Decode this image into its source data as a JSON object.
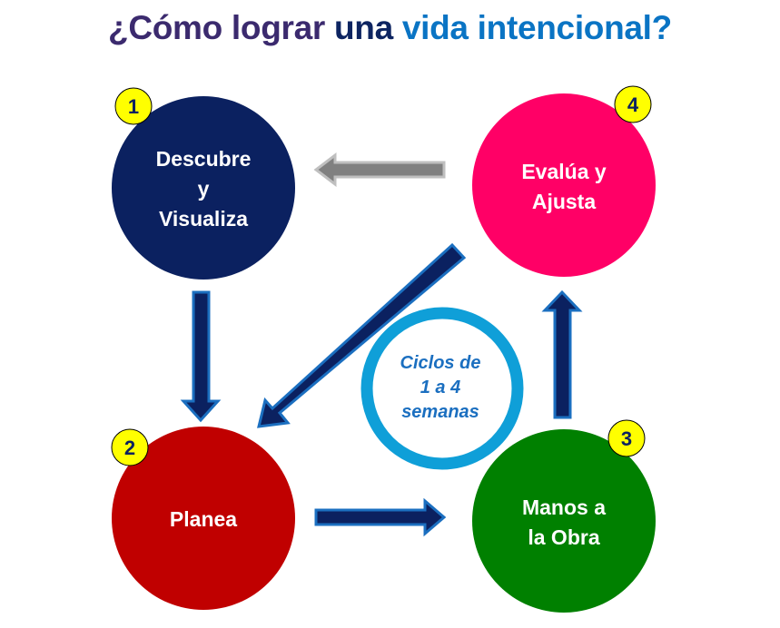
{
  "title": {
    "part1": "¿Cómo lograr ",
    "part2": "una ",
    "part3": "vida intencional?",
    "colors": [
      "#3b2a6e",
      "#0d2461",
      "#0a74c4"
    ]
  },
  "center": {
    "lines": [
      "Ciclos de",
      "1 a 4",
      "semanas"
    ],
    "color": "#0f9fd8",
    "text_color": "#1b6fc0"
  },
  "steps": [
    {
      "number": "1",
      "lines": [
        "Descubre",
        "y",
        "Visualiza"
      ],
      "color": "#0b2160"
    },
    {
      "number": "2",
      "lines": [
        "Planea"
      ],
      "color": "#c00000"
    },
    {
      "number": "3",
      "lines": [
        "Manos a",
        "la Obra"
      ],
      "color": "#008000"
    },
    {
      "number": "4",
      "lines": [
        "Evalúa y",
        "Ajusta"
      ],
      "color": "#ff0066"
    }
  ],
  "badge_color": "#ffff00"
}
